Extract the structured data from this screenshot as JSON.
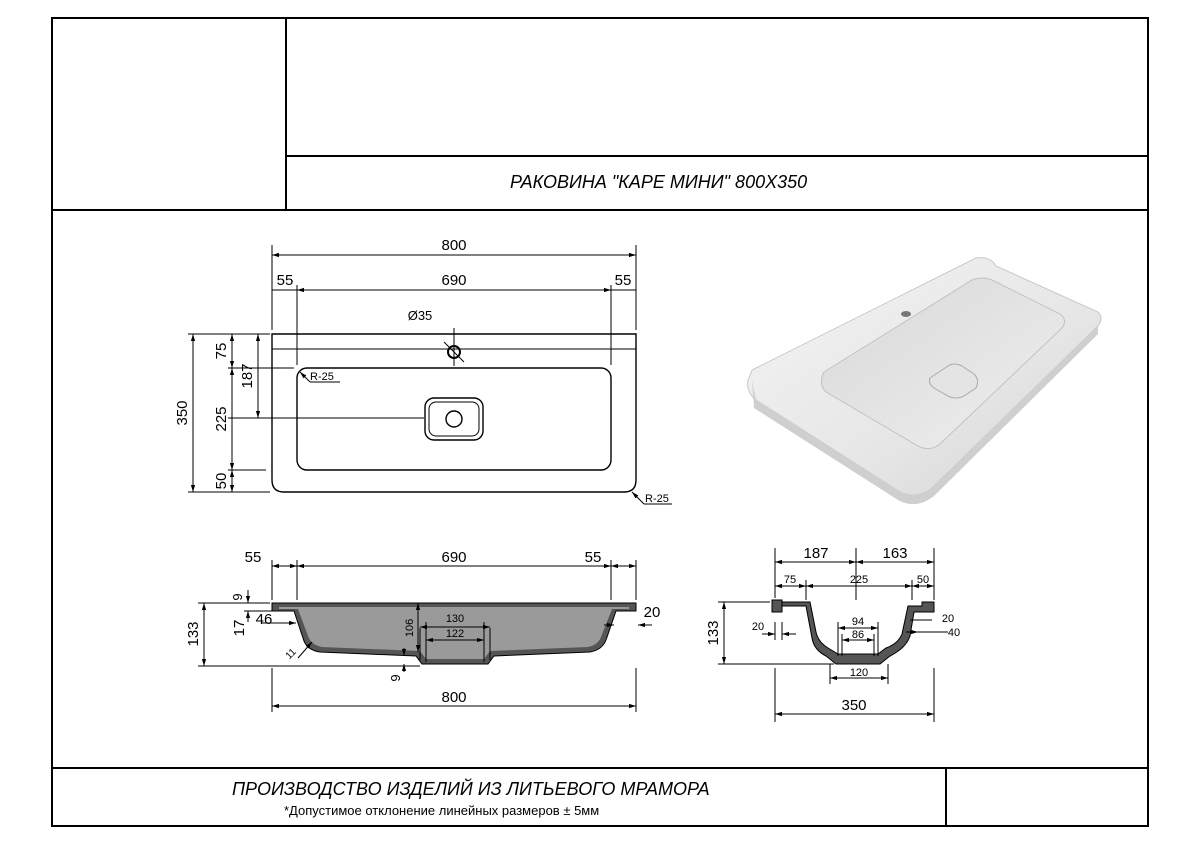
{
  "title_block": {
    "product_title": "РАКОВИНА \"КАРЕ МИНИ\" 800X350",
    "manufacturer": "ПРОИЗВОДСТВО ИЗДЕЛИЙ ИЗ ЛИТЬЕВОГО МРАМОРА",
    "tolerance_note": "*Допустимое отклонение линейных размеров  ± 5мм"
  },
  "top_view": {
    "overall_width": "800",
    "inner_width": "690",
    "left_margin": "55",
    "right_margin": "55",
    "hole_diameter": "Ø35",
    "overall_depth": "350",
    "back_offset": "75",
    "drain_offset": "187",
    "bowl_depth": "225",
    "front_offset": "50",
    "inner_radius": "R-25",
    "outer_radius": "R-25"
  },
  "front_section": {
    "left_margin": "55",
    "inner_width": "690",
    "right_margin": "55",
    "overall_width": "800",
    "height": "133",
    "rim_thickness": "9",
    "side_drop": "17",
    "side_inset": "46",
    "wall": "11",
    "bottom_thickness": "9",
    "inner_height": "106",
    "drain_outer": "130",
    "drain_inner": "122",
    "right_wall": "20"
  },
  "side_section": {
    "back_part": "187",
    "front_part": "163",
    "back_rim": "75",
    "bowl": "225",
    "front_rim": "50",
    "height": "133",
    "left_wall": "20",
    "right_wall": "20",
    "right_inset": "40",
    "drain_outer": "94",
    "drain_inner": "86",
    "drain_bottom": "120",
    "overall_depth": "350"
  }
}
